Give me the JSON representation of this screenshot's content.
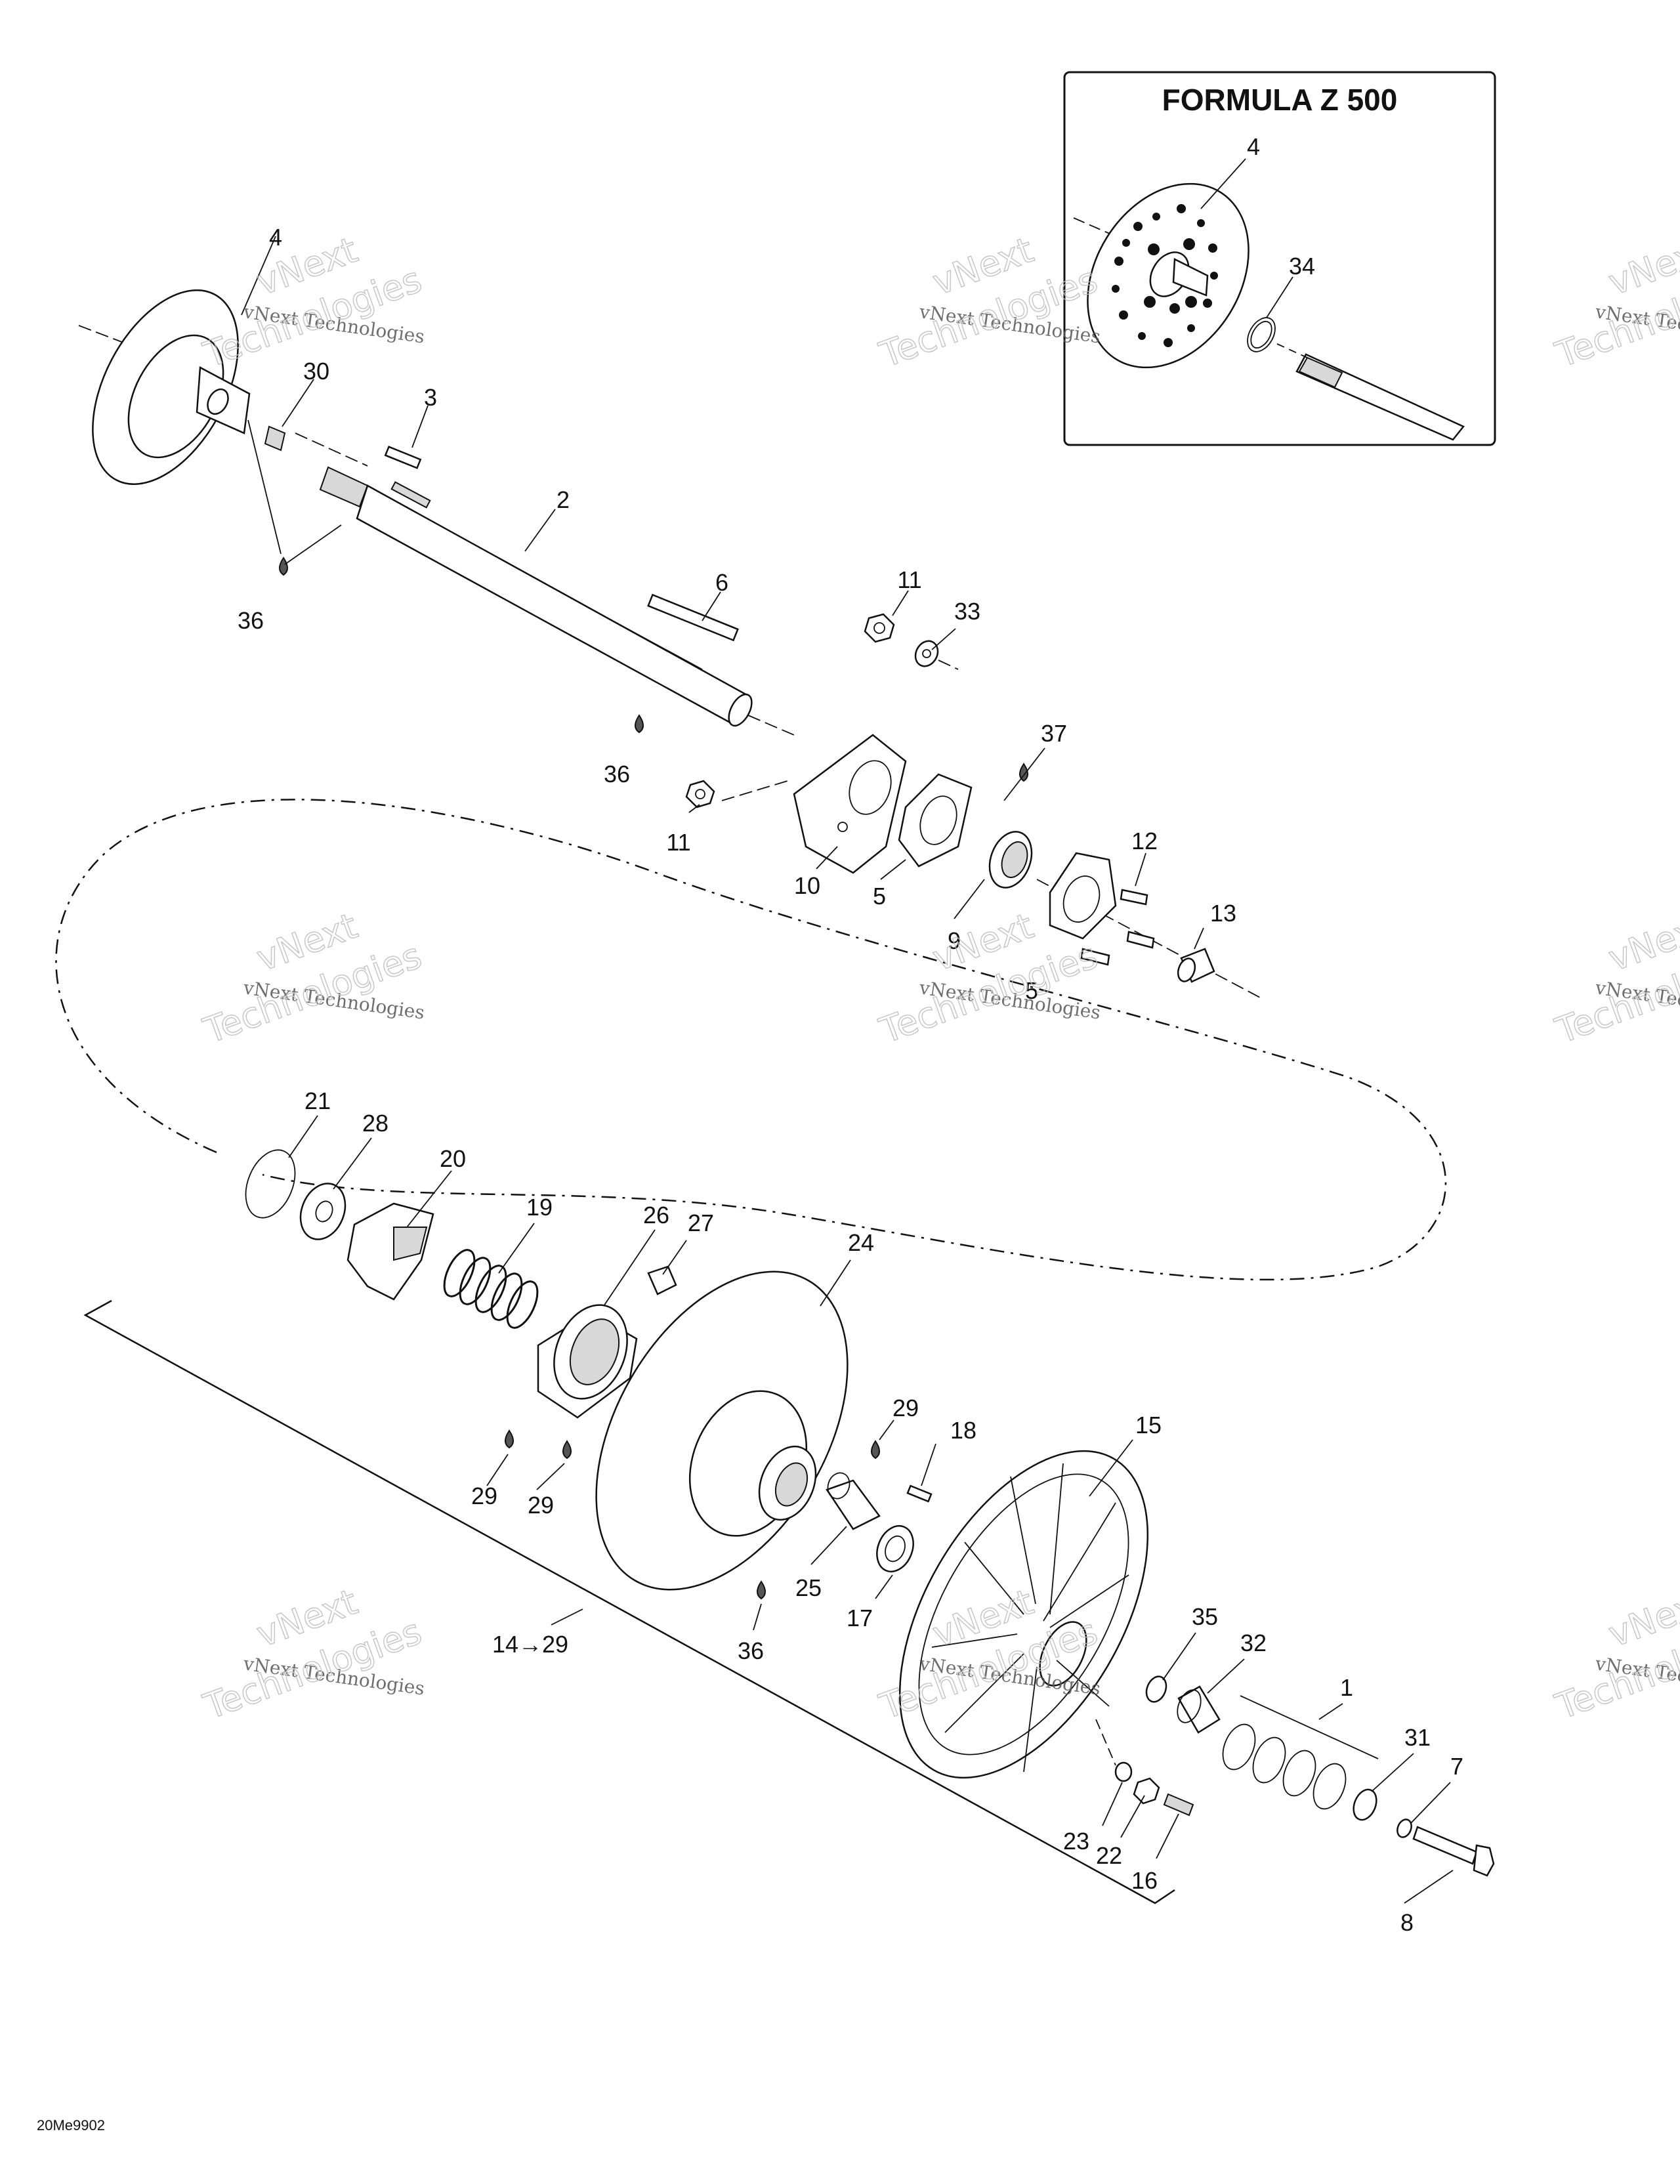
{
  "inset": {
    "title": "FORMULA Z 500"
  },
  "figure_code": "20Me9902",
  "watermark": {
    "line1": "vNext Technologies",
    "line2": "vNext",
    "line3": "Technologies"
  },
  "callouts": {
    "c4_main": "4",
    "c30": "30",
    "c3": "3",
    "c2": "2",
    "c36_a": "36",
    "c6": "6",
    "c11_a": "11",
    "c33": "33",
    "c37": "37",
    "c36_b": "36",
    "c11_b": "11",
    "c10": "10",
    "c5_a": "5",
    "c12": "12",
    "c9": "9",
    "c13": "13",
    "c5_b": "5",
    "c4_inset": "4",
    "c34": "34",
    "c21": "21",
    "c28": "28",
    "c20": "20",
    "c19": "19",
    "c26": "26",
    "c27": "27",
    "c24": "24",
    "c29_a": "29",
    "c29_b": "29",
    "c29_c": "29",
    "c18": "18",
    "c15": "15",
    "c25": "25",
    "c17": "17",
    "c36_c": "36",
    "c14_29": "14→29",
    "c35": "35",
    "c32": "32",
    "c1": "1",
    "c31": "31",
    "c7": "7",
    "c23": "23",
    "c22": "22",
    "c16": "16",
    "c8": "8"
  }
}
